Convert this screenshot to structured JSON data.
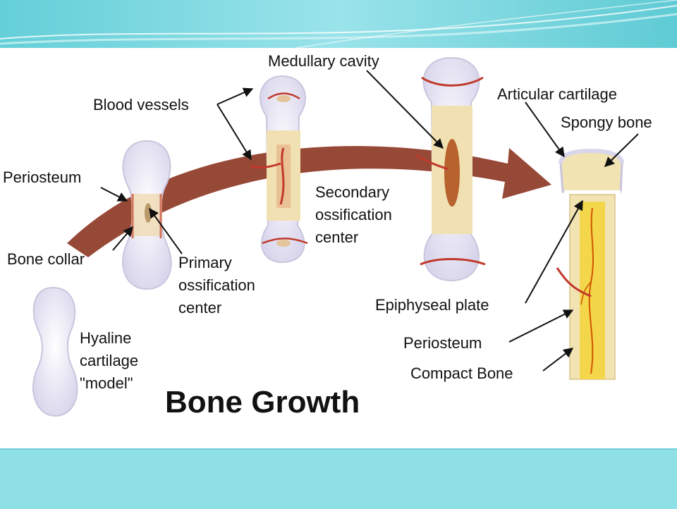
{
  "title": "Bone Growth",
  "labels": {
    "medullary_cavity": "Medullary cavity",
    "blood_vessels": "Blood vessels",
    "articular_cartilage": "Articular cartilage",
    "spongy_bone": "Spongy bone",
    "periosteum_left": "Periosteum",
    "secondary_ossification": [
      "Secondary",
      "ossification",
      "center"
    ],
    "bone_collar": "Bone collar",
    "primary_ossification": [
      "Primary",
      "ossification",
      "center"
    ],
    "epiphyseal_plate": "Epiphyseal plate",
    "hyaline_cartilage": [
      "Hyaline",
      "cartilage",
      "\"model\""
    ],
    "periosteum_right": "Periosteum",
    "compact_bone": "Compact Bone"
  },
  "colors": {
    "banner": "#8fe0e6",
    "arrow": "#8e3a26",
    "cartilage": "#eceaf6",
    "bone": "#f2e3b3",
    "marrow": "#f3d64a",
    "vessel": "#c0392b"
  }
}
